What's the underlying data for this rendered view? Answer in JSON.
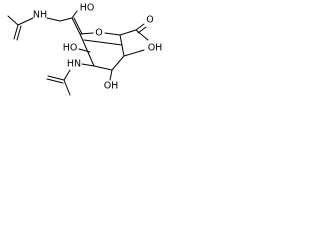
{
  "molecule": {
    "atom_labels": {
      "nh_top": "NH",
      "oh_chain": "HO",
      "o_ring": "O",
      "o_aldehyde": "O",
      "oh_right": "OH",
      "oh_left": "HO",
      "nh_bottom": "HN",
      "oh_bottom": "OH"
    },
    "colors": {
      "bond": "#000000",
      "label": "#000000",
      "background": "#ffffff"
    }
  }
}
